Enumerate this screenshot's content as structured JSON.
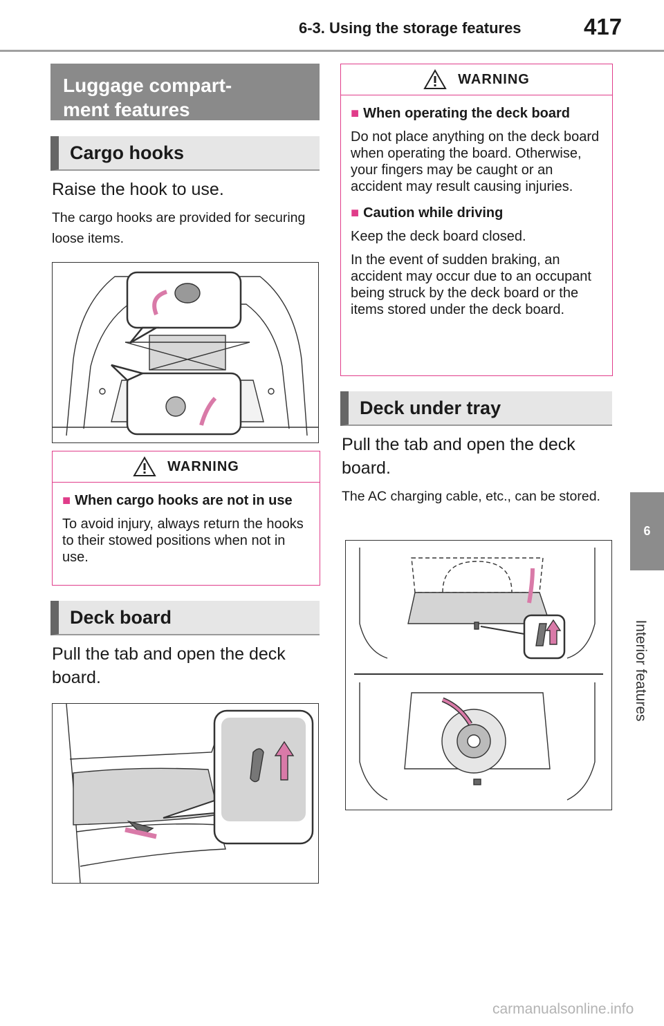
{
  "header": {
    "section": "6-3. Using the storage features",
    "page_number": "417"
  },
  "side_tab": {
    "chapter_number": "6",
    "chapter_title": "Interior features"
  },
  "left": {
    "main_heading": "Luggage compart-\nment features",
    "cargo": {
      "heading": "Cargo hooks",
      "instruction": "Raise the hook to use.",
      "note": "The cargo hooks are provided for securing loose items."
    },
    "warning1": {
      "title": "WARNING",
      "subheading": "When cargo hooks are not in use",
      "text": "To avoid injury, always return the hooks to their stowed positions when not in use."
    },
    "deck_board": {
      "heading": "Deck board",
      "instruction": "Pull the tab and open the deck board."
    }
  },
  "right": {
    "warning2": {
      "title": "WARNING",
      "sub1": "When operating the deck board",
      "text1": "Do not place anything on the deck board when operating the board. Otherwise, your fingers may be caught or an accident may result causing injuries.",
      "sub2": "Caution while driving",
      "text2": "Keep the deck board closed.",
      "text3": "In the event of sudden braking, an accident may occur due to an occupant being struck by the deck board or the items stored under the deck board."
    },
    "deck_under_tray": {
      "heading": "Deck under tray",
      "instruction": "Pull the tab and open the deck board.",
      "note": "The AC charging cable, etc., can be stored."
    }
  },
  "footer": {
    "watermark": "carmanualsonline.info"
  },
  "colors": {
    "warning_border": "#e03c8a",
    "heading_dark": "#8a8a8a",
    "heading_light": "#e6e6e6"
  }
}
